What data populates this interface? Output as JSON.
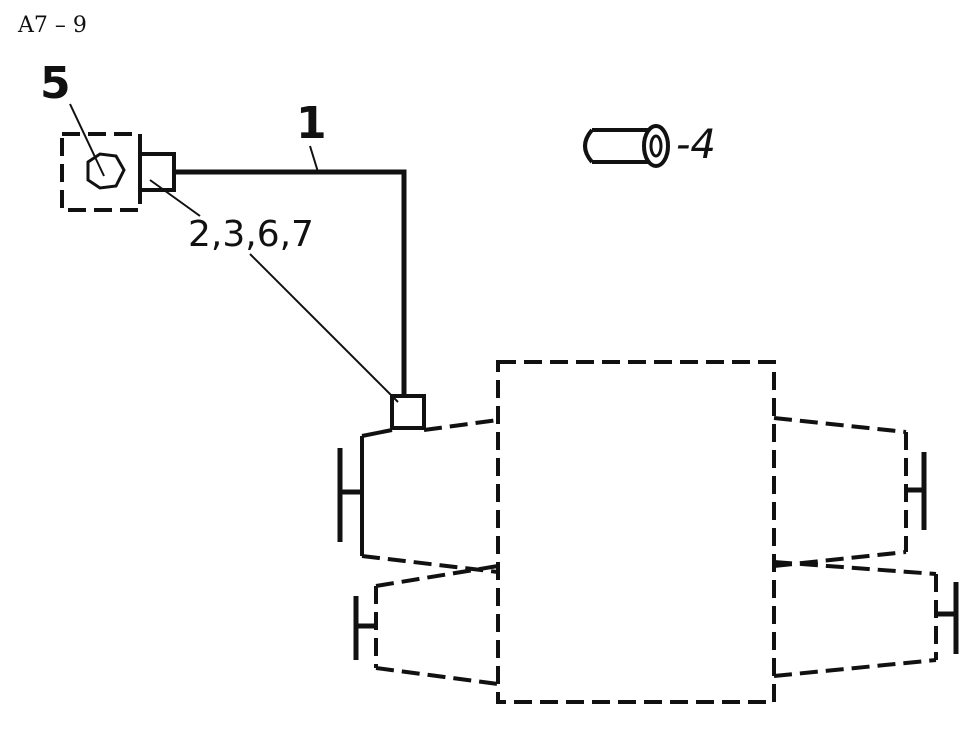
{
  "header": {
    "code": "A7 – 9"
  },
  "labels": {
    "part_1": "1",
    "part_4": "-4",
    "part_5": "5",
    "parts_group": "2,3,6,7"
  },
  "colors": {
    "ink": "#111111",
    "paper": "#ffffff"
  }
}
